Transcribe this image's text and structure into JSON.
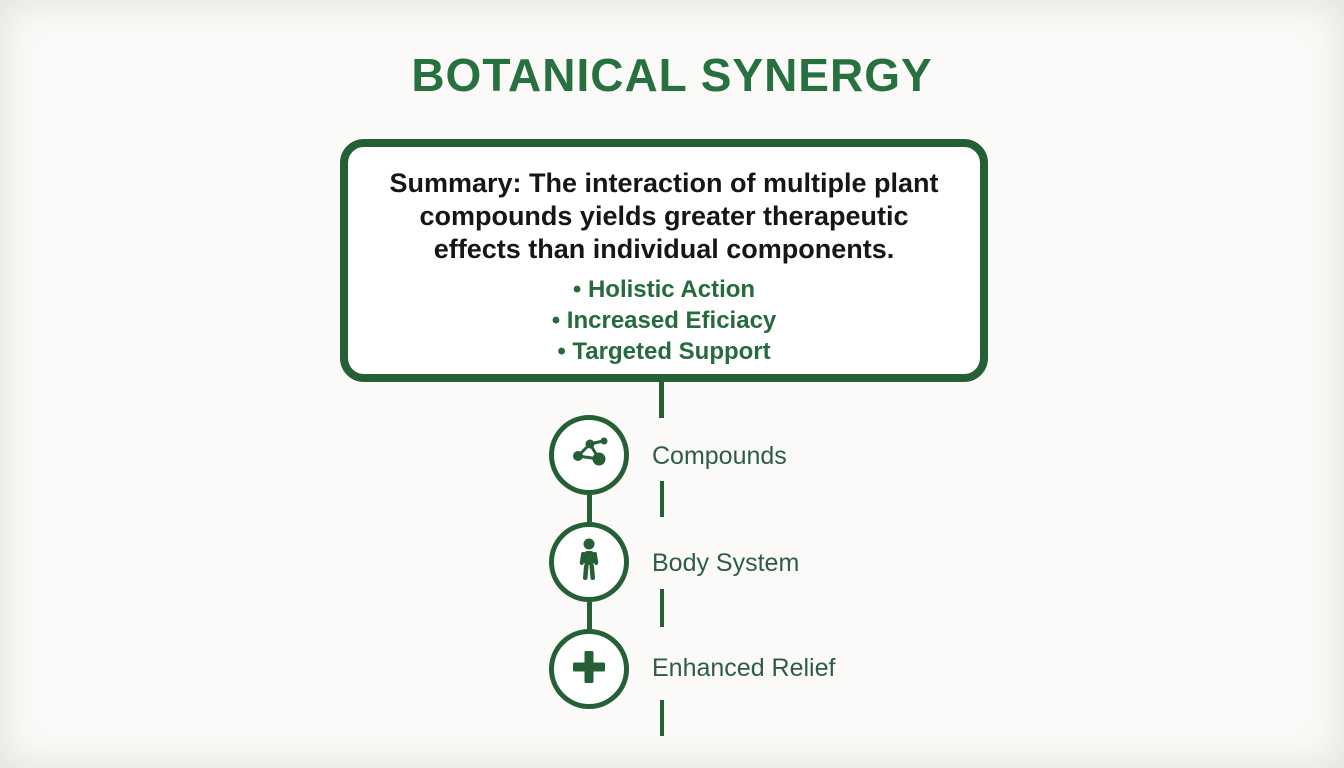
{
  "title": "BOTANICAL SYNERGY",
  "summary_box": {
    "summary": "Summary: The interaction of multiple plant compounds yields greater therapeutic effects than individual components.",
    "bullets": [
      "• Holistic Action",
      "• Increased Eficiacy",
      "• Targeted Support"
    ]
  },
  "flow": {
    "items": [
      {
        "icon": "molecule-icon",
        "label": "Compounds"
      },
      {
        "icon": "person-icon",
        "label": "Body System"
      },
      {
        "icon": "plus-icon",
        "label": "Enhanced Relief"
      }
    ]
  },
  "colors": {
    "accent_green": "#245f36",
    "title_green": "#27703f",
    "label_green": "#2d5e45",
    "summary_text": "#161616",
    "background": "#fbfaf8",
    "box_background": "#ffffff"
  }
}
